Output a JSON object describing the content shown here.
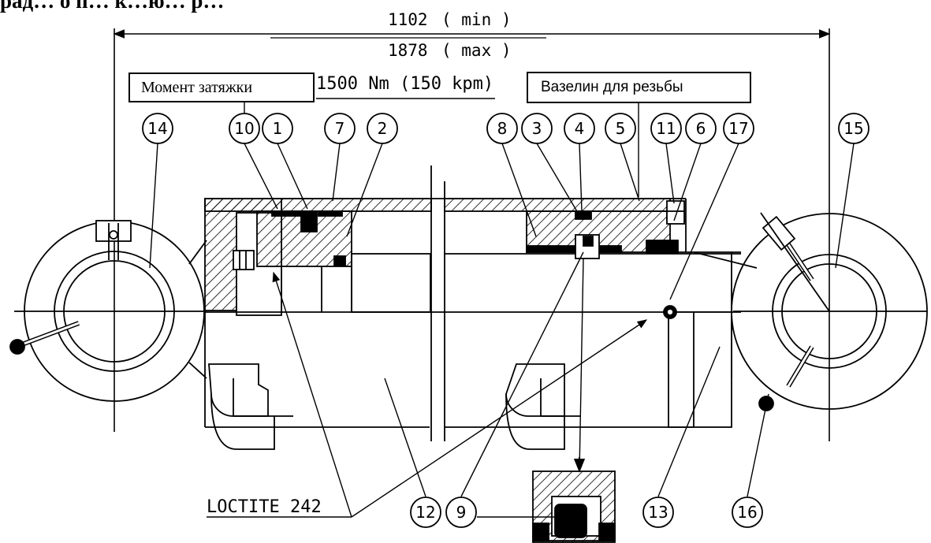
{
  "top_fragment": "рад… о п… к…ю… р…",
  "dimensions": {
    "min_value": "1102",
    "min_label": "( min )",
    "max_value": "1878",
    "max_label": "( max )"
  },
  "callouts": {
    "torque_label": "Момент затяжки",
    "torque_value": "1500 Nm (150 kpm)",
    "grease_label": "Вазелин для резьбы",
    "loctite_label": "LOCTITE 242"
  },
  "part_numbers": [
    "14",
    "10",
    "1",
    "7",
    "2",
    "8",
    "3",
    "4",
    "5",
    "11",
    "6",
    "17",
    "15",
    "12",
    "9",
    "13",
    "16"
  ]
}
